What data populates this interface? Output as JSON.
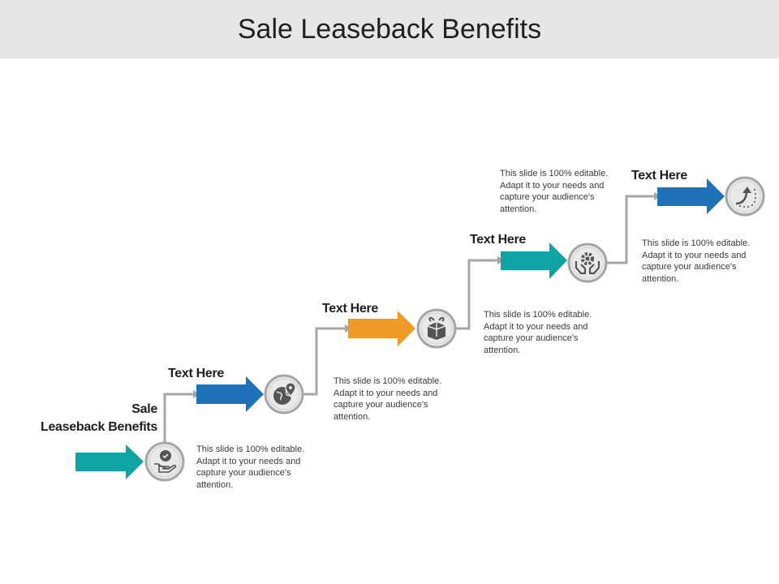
{
  "title": "Sale Leaseback Benefits",
  "start_label": [
    "Sale",
    "Leaseback Benefits"
  ],
  "steps": [
    {
      "heading": "",
      "description": "This slide is 100% editable. Adapt it to your needs and capture your audience's attention.",
      "arrow_color": "#10a3a3",
      "icon": "hand-badge-icon"
    },
    {
      "heading": "Text Here",
      "description": "This slide is 100% editable. Adapt it to your needs and capture your audience's attention.",
      "arrow_color": "#1f72b8",
      "icon": "globe-pin-icon"
    },
    {
      "heading": "Text Here",
      "description": "This slide is 100% editable. Adapt it to your needs and capture your audience's attention.",
      "arrow_color": "#f09a28",
      "icon": "gift-box-icon"
    },
    {
      "heading": "Text Here",
      "description": "This slide is 100% editable. Adapt it to your needs and capture your audience's attention.",
      "arrow_color": "#10a3a3",
      "icon": "hands-gear-icon"
    },
    {
      "heading": "Text Here",
      "description": "This slide is 100% editable. Adapt it to your needs and capture your audience's attention.",
      "arrow_color": "#1f72b8",
      "icon": "growth-arrow-icon"
    }
  ],
  "colors": {
    "teal": "#10a3a3",
    "blue": "#1f72b8",
    "orange": "#f09a28",
    "connector": "#a6a6a6",
    "icon_fill": "#e9e9e9",
    "icon_glyph": "#555555"
  }
}
